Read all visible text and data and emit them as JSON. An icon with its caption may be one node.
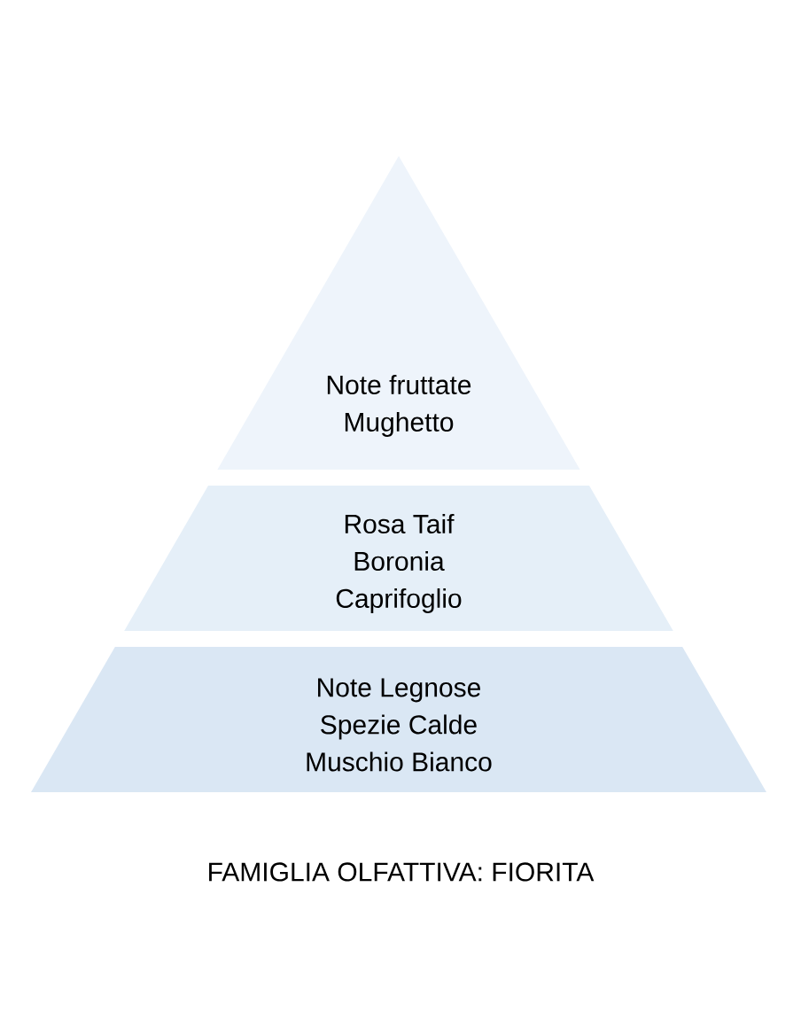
{
  "diagram": {
    "caption": "FAMIGLIA OLFATTIVA: FIORITA",
    "nodes": [
      {
        "text": [
          "Note fruttate",
          "Mughetto"
        ]
      },
      {
        "text": [
          "Rosa Taif",
          "Boronia",
          "Caprifoglio"
        ]
      },
      {
        "text": [
          "Note Legnose",
          "Spezie Calde",
          "Muschio Bianco"
        ]
      }
    ]
  }
}
